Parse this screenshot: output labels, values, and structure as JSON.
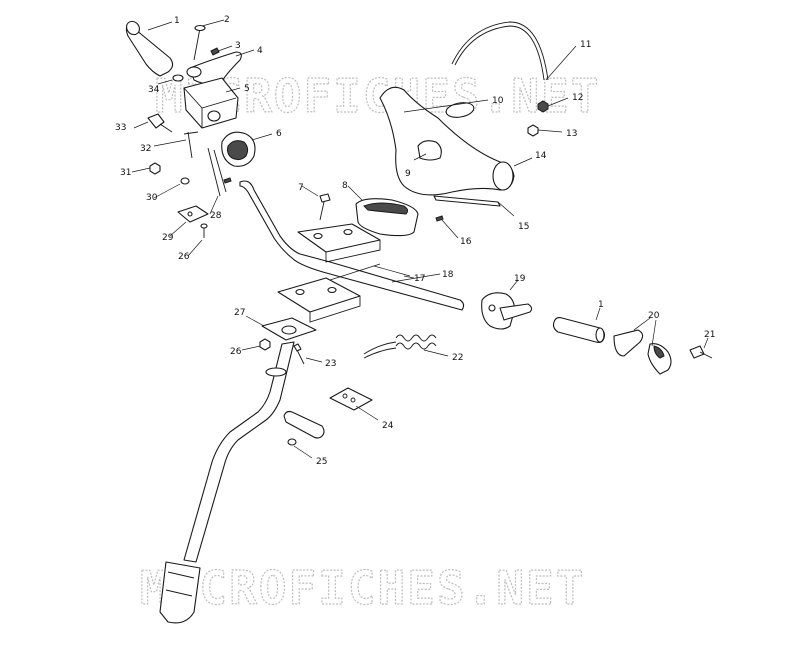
{
  "watermark": "MICROFICHES.NET",
  "callouts": {
    "c1a": "1",
    "c2": "2",
    "c3": "3",
    "c4": "4",
    "c5": "5",
    "c6": "6",
    "c7": "7",
    "c8": "8",
    "c9": "9",
    "c10": "10",
    "c11": "11",
    "c12": "12",
    "c13": "13",
    "c14": "14",
    "c15": "15",
    "c16": "16",
    "c17": "17",
    "c18": "18",
    "c19": "19",
    "c1b": "1",
    "c20": "20",
    "c21": "21",
    "c22": "22",
    "c23": "23",
    "c24": "24",
    "c25": "25",
    "c26a": "26",
    "c27": "27",
    "c26b": "26",
    "c28": "28",
    "c29": "29",
    "c30": "30",
    "c31": "31",
    "c32": "32",
    "c33": "33",
    "c34": "34"
  }
}
